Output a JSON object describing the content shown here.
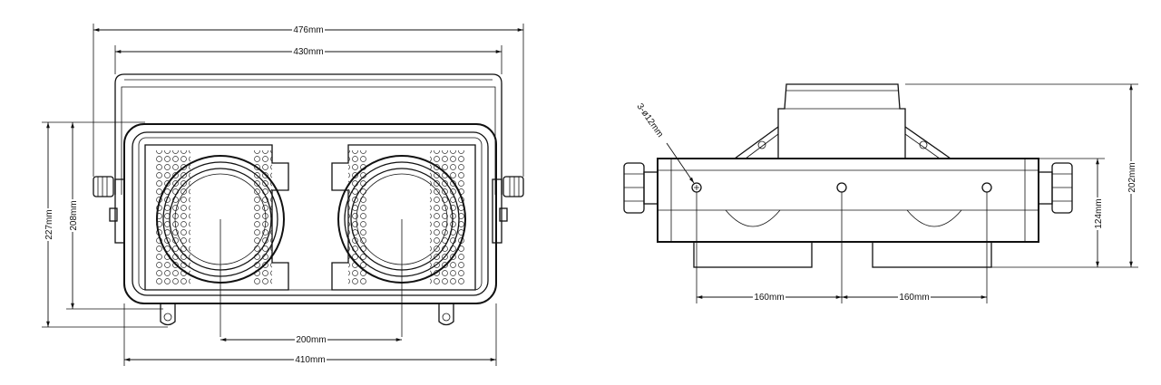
{
  "front_view": {
    "dims": {
      "overall_width": "476mm",
      "bracket_width": "430mm",
      "overall_height": "227mm",
      "body_height": "208mm",
      "lens_spacing": "200mm",
      "body_width": "410mm"
    }
  },
  "side_view": {
    "dims": {
      "holes": "3-ø12mm",
      "hole_spacing_left": "160mm",
      "hole_spacing_right": "160mm",
      "body_height": "124mm",
      "overall_height": "202mm"
    }
  }
}
